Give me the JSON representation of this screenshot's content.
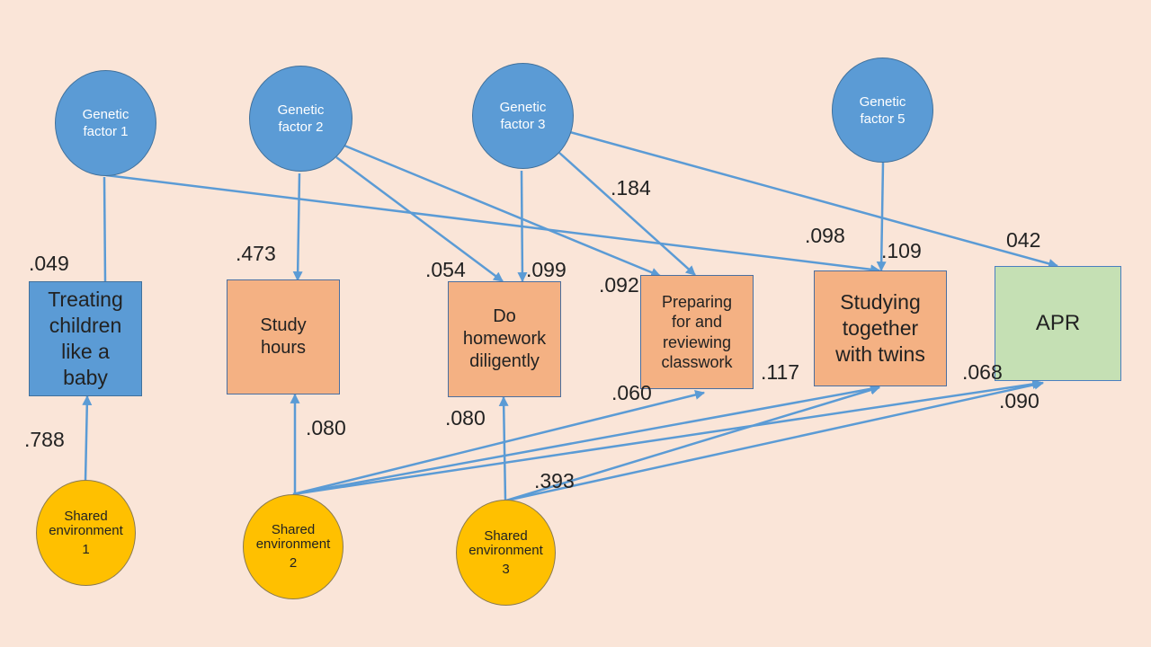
{
  "genetic_factors": {
    "g1": [
      "Genetic",
      "factor 1"
    ],
    "g2": [
      "Genetic",
      "factor 2"
    ],
    "g3": [
      "Genetic",
      "factor 3"
    ],
    "g5": [
      "Genetic",
      "factor 5"
    ]
  },
  "shared_environments": {
    "s1": [
      "Shared",
      "environment",
      "1"
    ],
    "s2": [
      "Shared",
      "environment",
      "2"
    ],
    "s3": [
      "Shared",
      "environment",
      "3"
    ]
  },
  "outcomes": {
    "treating": [
      "Treating",
      "children",
      "like a",
      "baby"
    ],
    "study_hours": [
      "Study",
      "hours"
    ],
    "homework": [
      "Do",
      "homework",
      "diligently"
    ],
    "preparing": [
      "Preparing",
      "for and",
      "reviewing",
      "classwork"
    ],
    "twins": [
      "Studying",
      "together",
      "with twins"
    ],
    "apr": "APR"
  },
  "coefficients": {
    "c049": ".049",
    "c473": ".473",
    "c054": ".054",
    "c099": ".099",
    "c092": ".092",
    "c184": ".184",
    "c098": ".098",
    "c109": ".109",
    "c042": "042",
    "c788": ".788",
    "c080a": ".080",
    "c080b": ".080",
    "c060": ".060",
    "c117": ".117",
    "c068": ".068",
    "c090": ".090",
    "c393": ".393"
  },
  "colors": {
    "background": "#FAE5D8",
    "genetic": "#5B9BD5",
    "shared": "#FFC000",
    "blue_box": "#5B9BD5",
    "orange_box": "#F4B183",
    "green_box": "#C5E0B4",
    "arrow": "#5B9BD5"
  }
}
